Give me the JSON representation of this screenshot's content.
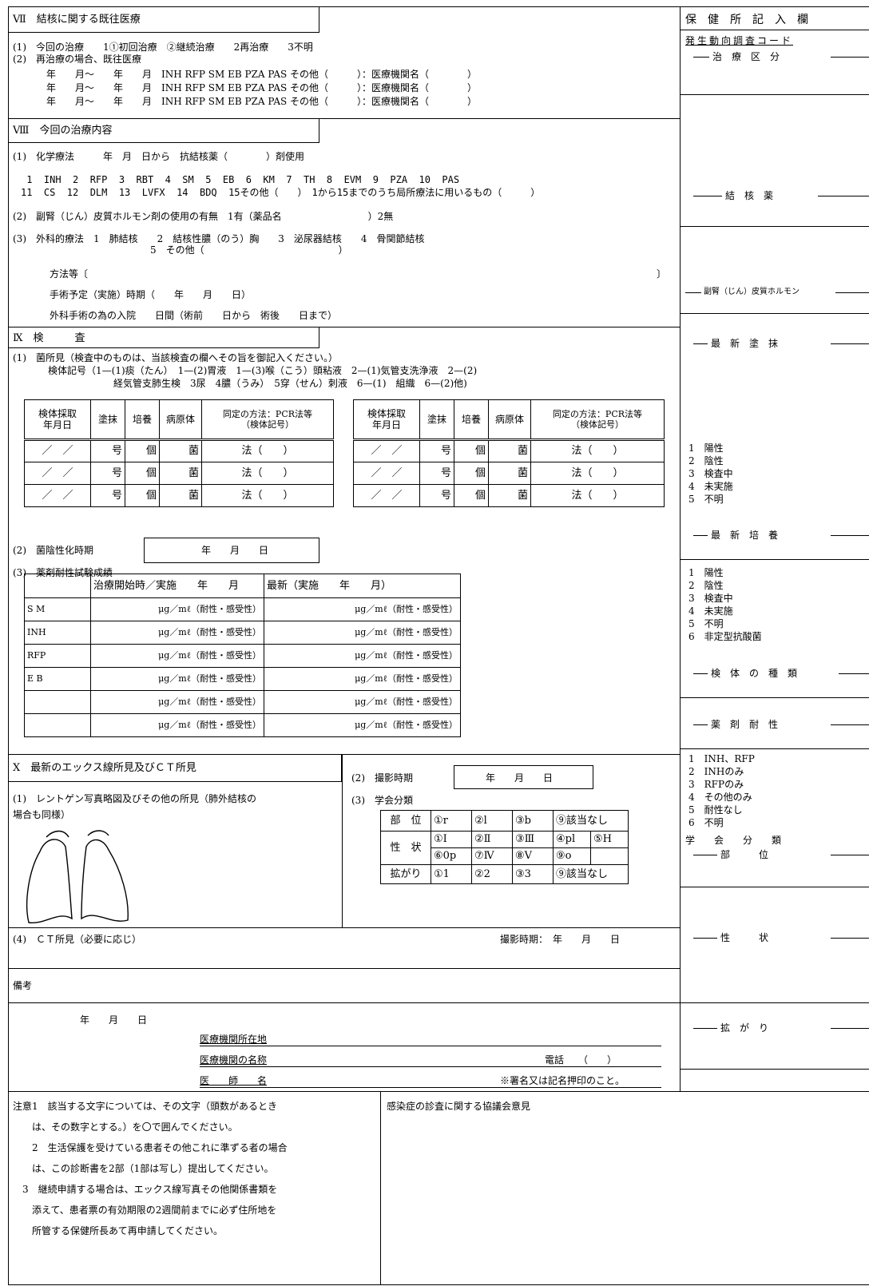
{
  "sec7": {
    "title": "Ⅶ　結核に関する既往医療",
    "line1": "(1)　今回の治療　　1①初回治療　②継続治療　　2再治療　　3不明",
    "line2": "(2)　再治療の場合、既往医療",
    "rows": [
      "　年　　月〜　　年　　月　INH RFP SM EB PZA PAS その他（　　　）：医療機関名（　　　　）",
      "　年　　月〜　　年　　月　INH RFP SM EB PZA PAS その他（　　　）：医療機関名（　　　　）",
      "　年　　月〜　　年　　月　INH RFP SM EB PZA PAS その他（　　　）：医療機関名（　　　　）"
    ]
  },
  "sec8": {
    "title": "Ⅷ　今回の治療内容",
    "chem": "(1)　化学療法　　　年　月　日から　抗結核薬（　　　　）剤使用",
    "drugs1": " 1  INH  2  RFP  3  RBT  4  SM  5  EB  6  KM  7  TH  8  EVM  9  PZA  10  PAS",
    "drugs2": "11  CS  12  DLM  13  LVFX  14  BDQ  15その他（　　）　1から15までのうち局所療法に用いるもの（　　　）",
    "steroid": "(2)　副腎（じん）皮質ホルモン剤の使用の有無　1有（薬品名　　　　　　　　　）2無",
    "surgery1": "(3)　外科的療法　1　肺結核　　2　結核性膿（のう）胸　　3　泌尿器結核　　4　骨関節結核",
    "surgery2": "5　その他（　　　　　　　　　　　　　　）",
    "method": "方法等〔",
    "method_end": "〕",
    "plan": "手術予定（実施）時期（　　年　　月　　日）",
    "admit": "外科手術の為の入院　　日間（術前　　日から　術後　　日まで）"
  },
  "sec9": {
    "title": "Ⅸ　検　　　査",
    "find1": "(1)　菌所見（検査中のものは、当該検査の欄へその旨を御記入ください。）",
    "find2": "検体記号（1—(1)痰（たん）　1—(2)胃液　1—(3)喉（こう）頭粘液　2—(1)気管支洗浄液　2—(2)",
    "find3": "経気管支肺生検　3尿　4膿（うみ）　5穿（せん）刺液　6—(1)　組織　6—(2)他)",
    "headers": [
      "検体採取\n年月日",
      "塗抹",
      "培養",
      "病原体",
      "同定の方法：PCR法等\n（検体記号）"
    ],
    "cells": [
      "／　／",
      "号",
      "個",
      "菌",
      "法（　　）"
    ],
    "neg_label": "(2)　菌陰性化時期",
    "neg_value": "年　　月　　日",
    "res_label": "(3)　薬剤耐性試験成績",
    "res_h1": "治療開始時／実施　　年　　月",
    "res_h2": "最新（実施　　年　　月）",
    "res_drugs": [
      "S M",
      "INH",
      "RFP",
      "E B",
      "",
      ""
    ],
    "res_cell": "μg／mℓ（耐性・感受性）"
  },
  "sec10": {
    "title": "Ⅹ　最新のエックス線所見及びＣＴ所見",
    "xr1": "(1)　レントゲン写真略図及びその他の所見（肺外結核の",
    "xr2": "場合も同様）",
    "date_label": "(2)　撮影時期",
    "date_value": "年　　月　　日",
    "class_label": "(3)　学会分類",
    "site_label": "部　位",
    "site": [
      "①r",
      "②l",
      "③b",
      "⑨該当なし"
    ],
    "nature_label": "性　状",
    "nature1": [
      "①Ⅰ",
      "②Ⅱ",
      "③Ⅲ",
      "④pl",
      "⑤H"
    ],
    "nature2": [
      "⑥0p",
      "⑦Ⅳ",
      "⑧Ⅴ",
      "⑨o",
      ""
    ],
    "spread_label": "拡がり",
    "spread": [
      "①1",
      "②2",
      "③3",
      "⑨該当なし"
    ],
    "ct_label": "(4)　ＣＴ所見（必要に応じ）",
    "ct_date": "撮影時期：　年　　月　　日"
  },
  "footer": {
    "remarks": "備考",
    "date": "年　　月　　日",
    "addr": "医療機関所在地",
    "name": "医療機関の名称",
    "phone": "電話　　（　　）",
    "doctor": "医　　師　　名",
    "sign": "※署名又は記名押印のこと。"
  },
  "notes": [
    "注意1　該当する文字については、その文字（頭数があるとき",
    "　　は、その数字とする。）を〇で囲んでください。",
    "　　2　生活保護を受けている患者その他これに準ずる者の場合",
    "　　は、この診断書を2部（1部は写し）提出してください。",
    "　3　継続申請する場合は、エックス線写真その他関係書類を",
    "　　添えて、患者票の有効期限の2週間前までに必ず住所地を",
    "　　所管する保健所長あて再申請してください。"
  ],
  "council": "感染症の診査に関する協議会意見",
  "side": {
    "header": "保　健　所　記　入　欄",
    "code": "発生動向調査コード",
    "treat": "治　療　区　分",
    "drug": "結　核　薬",
    "hormone": "副腎（じん）皮質ホルモン",
    "smear": "最　新　塗　抹",
    "smear_opts": [
      "1　陽性",
      "2　陰性",
      "3　検査中",
      "4　未実施",
      "5　不明"
    ],
    "culture": "最　新　培　養",
    "culture_opts": [
      "1　陽性",
      "2　陰性",
      "3　検査中",
      "4　未実施",
      "5　不明",
      "6　非定型抗酸菌"
    ],
    "specimen": "検　体　の　種　類",
    "resist": "薬　剤　耐　性",
    "resist_opts": [
      "1　INH、RFP",
      "2　INHのみ",
      "3　RFPのみ",
      "4　その他のみ",
      "5　耐性なし",
      "6　不明"
    ],
    "society": "学　　会　　分　　類",
    "site": "部　　　位",
    "nature": "性　　　状",
    "spread": "拡　が　り"
  }
}
